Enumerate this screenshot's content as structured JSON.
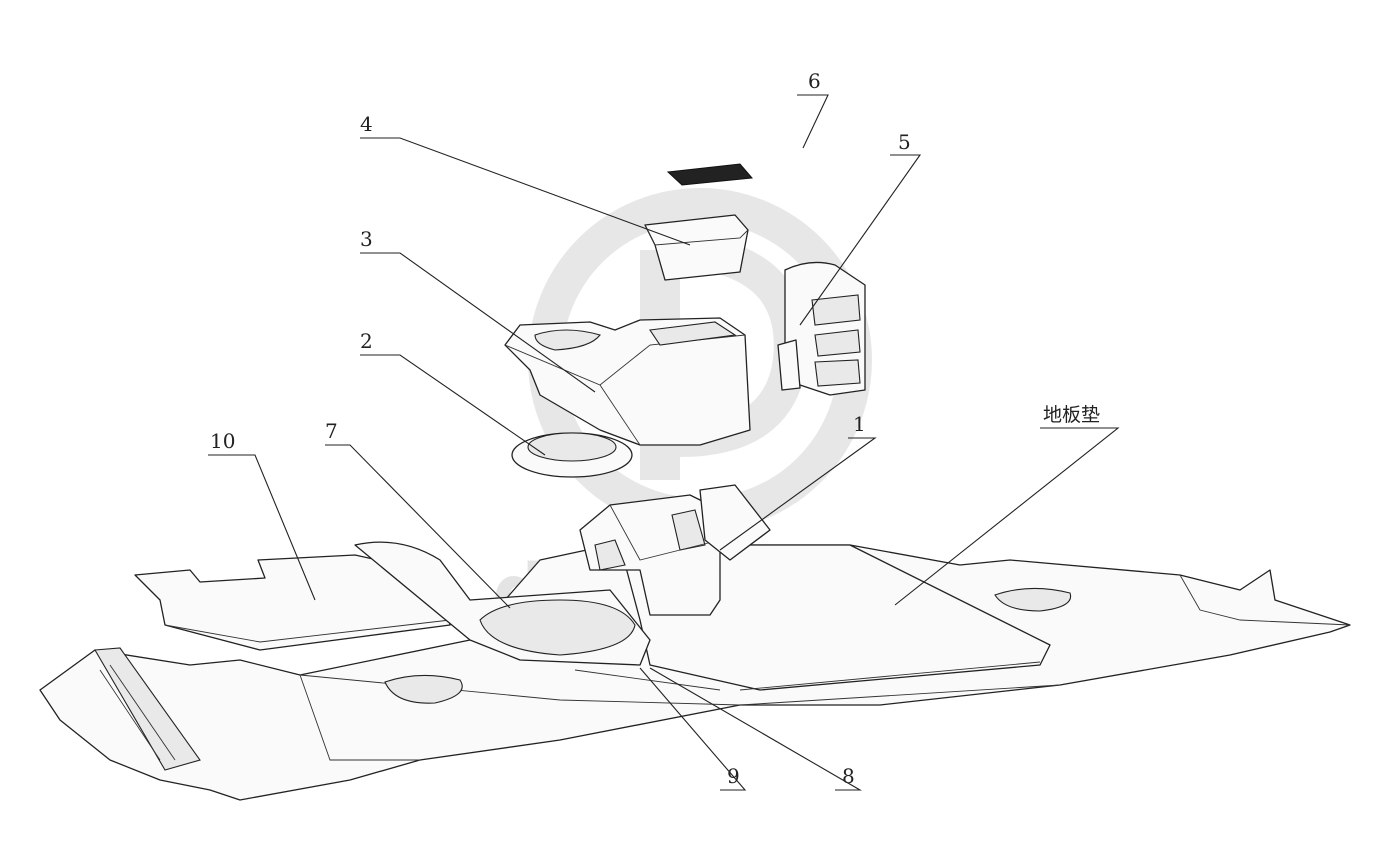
{
  "diagram": {
    "callouts": [
      {
        "id": "c1",
        "label": "1"
      },
      {
        "id": "c2",
        "label": "2"
      },
      {
        "id": "c3",
        "label": "3"
      },
      {
        "id": "c4",
        "label": "4"
      },
      {
        "id": "c5",
        "label": "5"
      },
      {
        "id": "c6",
        "label": "6"
      },
      {
        "id": "c7",
        "label": "7"
      },
      {
        "id": "c8",
        "label": "8"
      },
      {
        "id": "c9",
        "label": "9"
      },
      {
        "id": "c10",
        "label": "10"
      },
      {
        "id": "cfloor",
        "label": "地板垫"
      }
    ],
    "watermark": {
      "text": "delta-parts"
    },
    "colors": {
      "line": "#222222",
      "watermark": "#cfcfcf",
      "background": "#ffffff"
    }
  }
}
